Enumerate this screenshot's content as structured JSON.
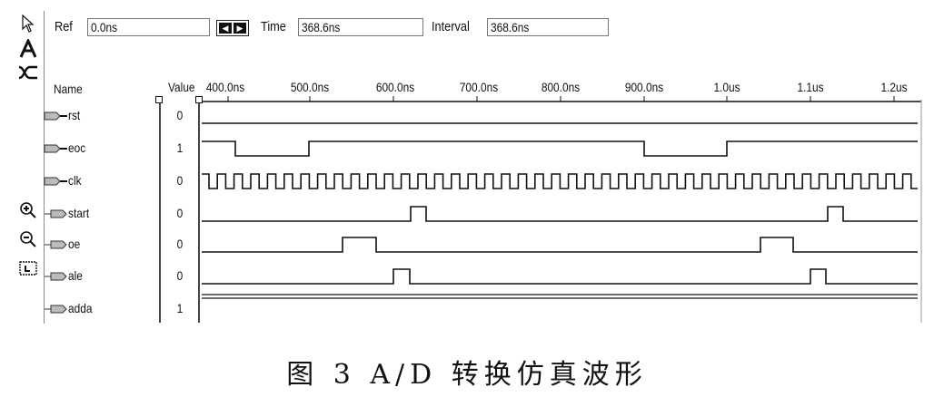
{
  "header": {
    "ref_label": "Ref",
    "ref_value": "0.0ns",
    "time_label": "Time",
    "time_value": "368.6ns",
    "interval_label": "Interval",
    "interval_value": "368.6ns"
  },
  "columns": {
    "name": "Name",
    "value": "Value"
  },
  "timeline": {
    "ticks": [
      "400.0ns",
      "500.0ns",
      "600.0ns",
      "700.0ns",
      "800.0ns",
      "900.0ns",
      "1.0us",
      "1.1us",
      "1.2us"
    ]
  },
  "toolbar": {
    "tools": [
      "pointer-icon",
      "text-tool-icon",
      "node-finder-icon",
      "zoom-in-icon",
      "zoom-out-icon",
      "fit-window-icon"
    ]
  },
  "signals": [
    {
      "name": "rst",
      "value": "0",
      "kind": "input"
    },
    {
      "name": "eoc",
      "value": "1",
      "kind": "input"
    },
    {
      "name": "clk",
      "value": "0",
      "kind": "input"
    },
    {
      "name": "start",
      "value": "0",
      "kind": "output"
    },
    {
      "name": "oe",
      "value": "0",
      "kind": "output"
    },
    {
      "name": "ale",
      "value": "0",
      "kind": "output"
    },
    {
      "name": "adda",
      "value": "1",
      "kind": "output"
    }
  ],
  "colors": {
    "line": "#111111",
    "background": "#ffffff"
  },
  "caption": "图 3   A/D 转换仿真波形"
}
